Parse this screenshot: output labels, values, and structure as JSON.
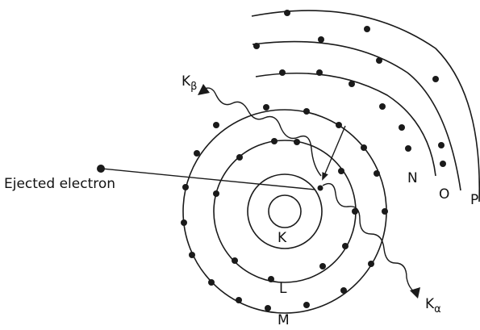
{
  "diagram": {
    "labels": {
      "ejected_electron": "Ejected electron",
      "k_beta_main": "K",
      "k_beta_sub": "β",
      "k_alpha_main": "K",
      "k_alpha_sub": "α"
    },
    "shells": [
      {
        "id": "K",
        "label": "K"
      },
      {
        "id": "L",
        "label": "L"
      },
      {
        "id": "M",
        "label": "M"
      },
      {
        "id": "N",
        "label": "N"
      },
      {
        "id": "O",
        "label": "O"
      },
      {
        "id": "P",
        "label": "P"
      }
    ]
  }
}
